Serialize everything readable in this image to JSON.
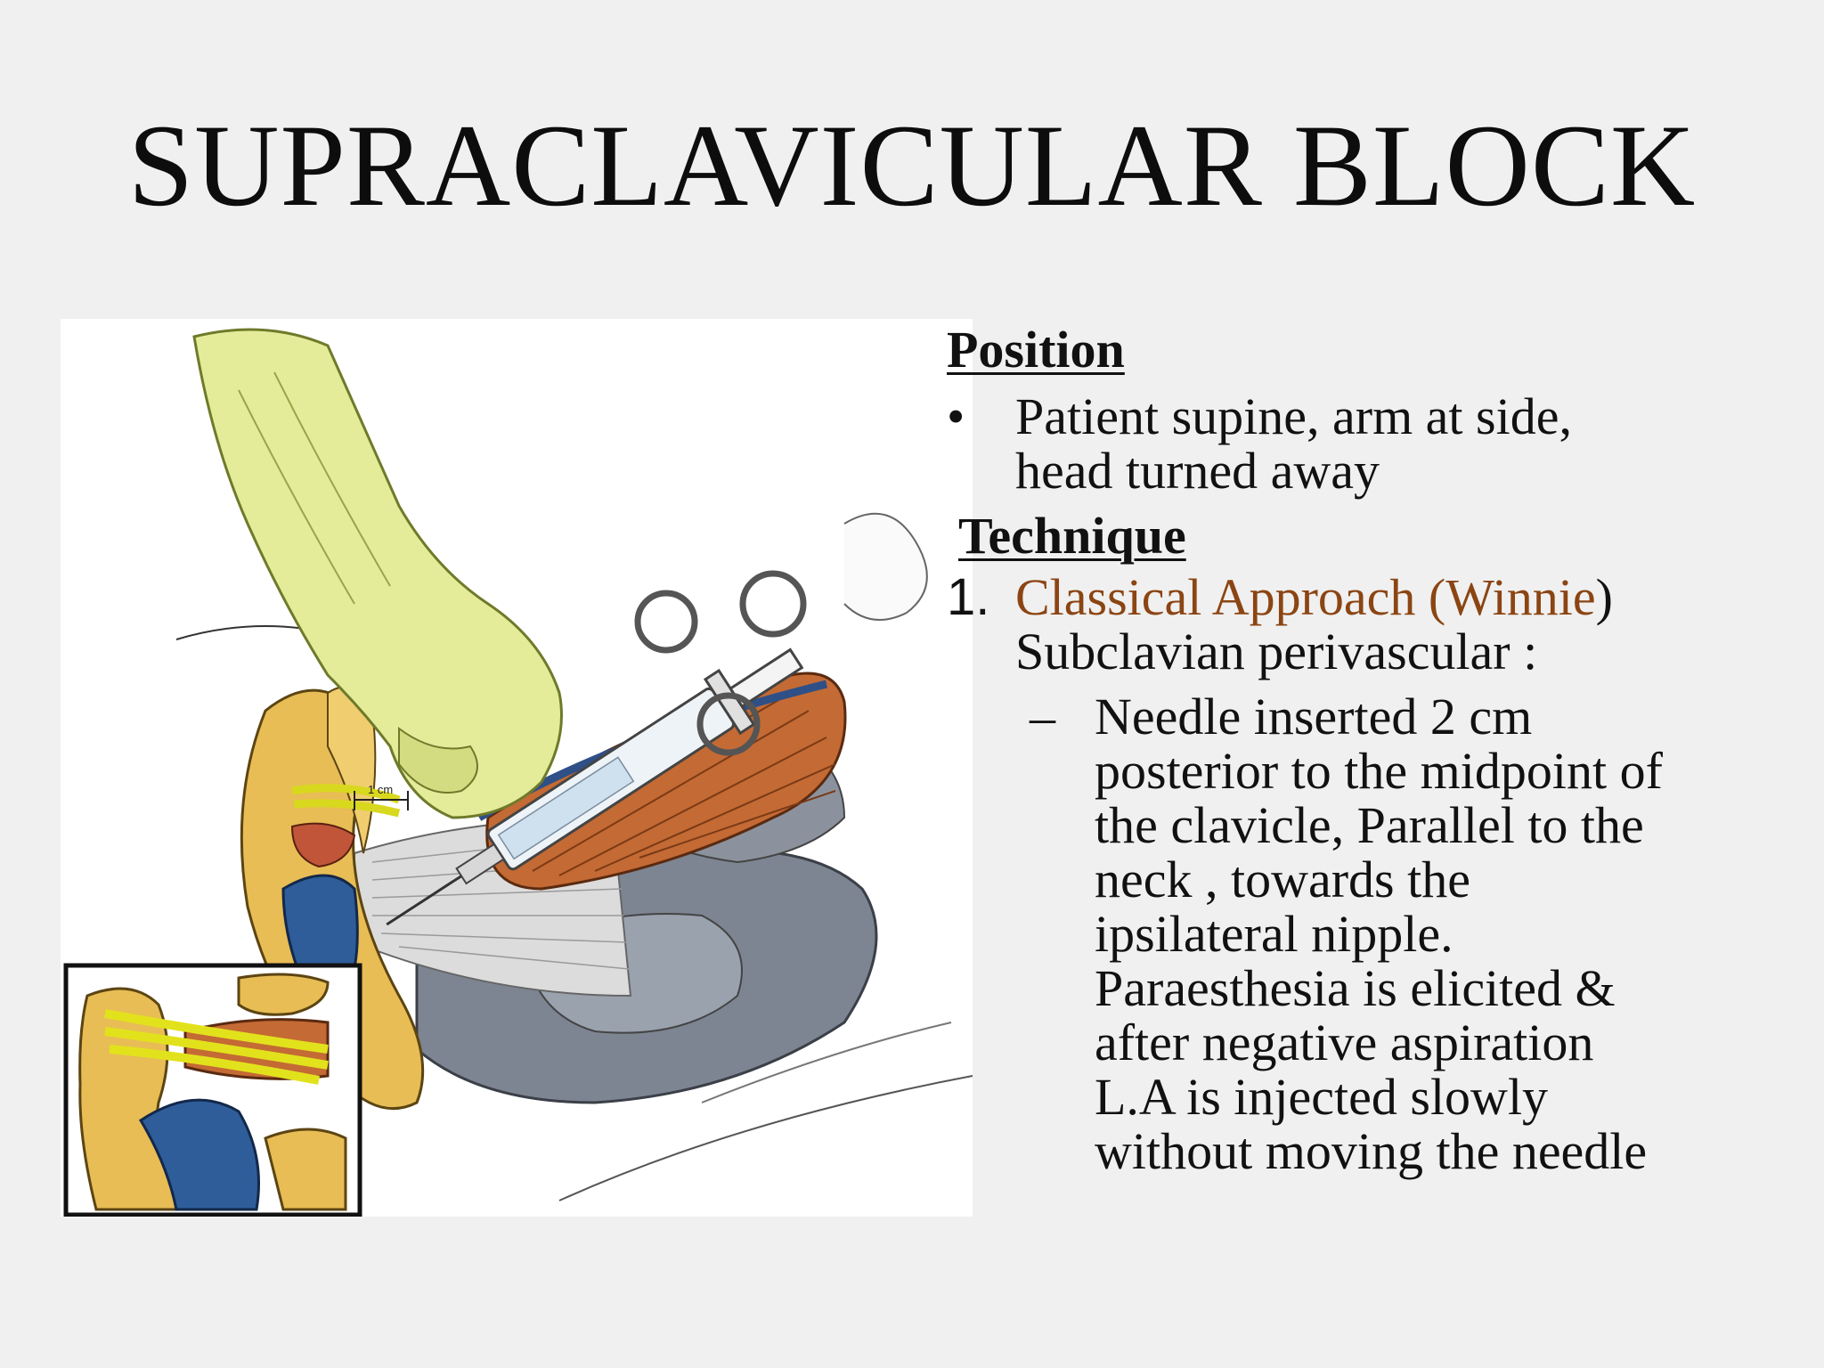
{
  "slide": {
    "title": "SUPRACLAVICULAR BLOCK"
  },
  "figure": {
    "inset_label": "1 cm"
  },
  "content": {
    "position_heading": "Position",
    "position_bullet_symbol": "•",
    "position_bullet_line1": "Patient supine, arm at side,",
    "position_bullet_line2": "head turned away",
    "technique_heading": "Technique",
    "item1_number": "1",
    "item1_period": ". ",
    "item1_approach": "Classical Approach (Winnie",
    "item1_close": ")",
    "item1_line2": "Subclavian perivascular :",
    "dash_symbol": "–",
    "detail_lines": [
      "Needle inserted 2 cm",
      "posterior to the midpoint of",
      "the clavicle, Parallel to the",
      "neck , towards the",
      "ipsilateral nipple.",
      "Paraesthesia is elicited &",
      "after negative aspiration",
      "L.A is injected slowly",
      "without moving the needle"
    ]
  },
  "colors": {
    "background": "#f0f0f0",
    "accent": "#8b4513",
    "text": "#111111"
  }
}
